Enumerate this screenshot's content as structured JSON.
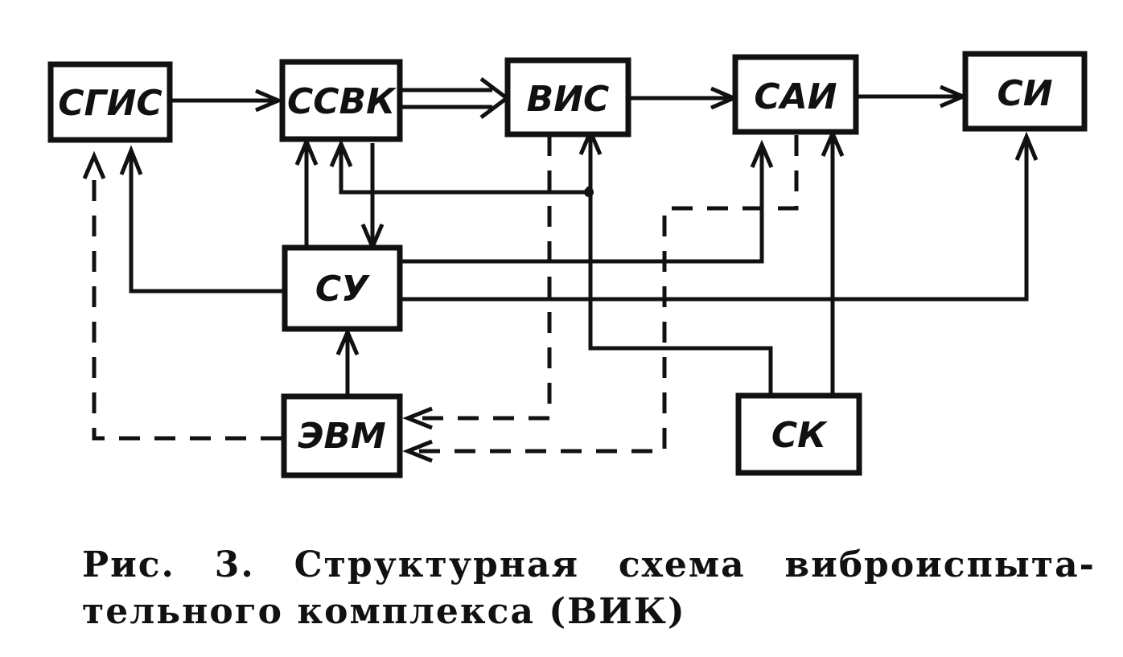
{
  "blocks": {
    "sgis": "СГИС",
    "ssvk": "ССВК",
    "vis": "ВИС",
    "sai": "САИ",
    "si": "СИ",
    "su": "СУ",
    "evm": "ЭВМ",
    "sk": "СК"
  },
  "caption": {
    "w1": "Рис.",
    "w2": "3.",
    "w3": "Структурная",
    "w4": "схема",
    "w5": "виброиспыта-",
    "line2": "тельного комплекса (ВИК)"
  }
}
